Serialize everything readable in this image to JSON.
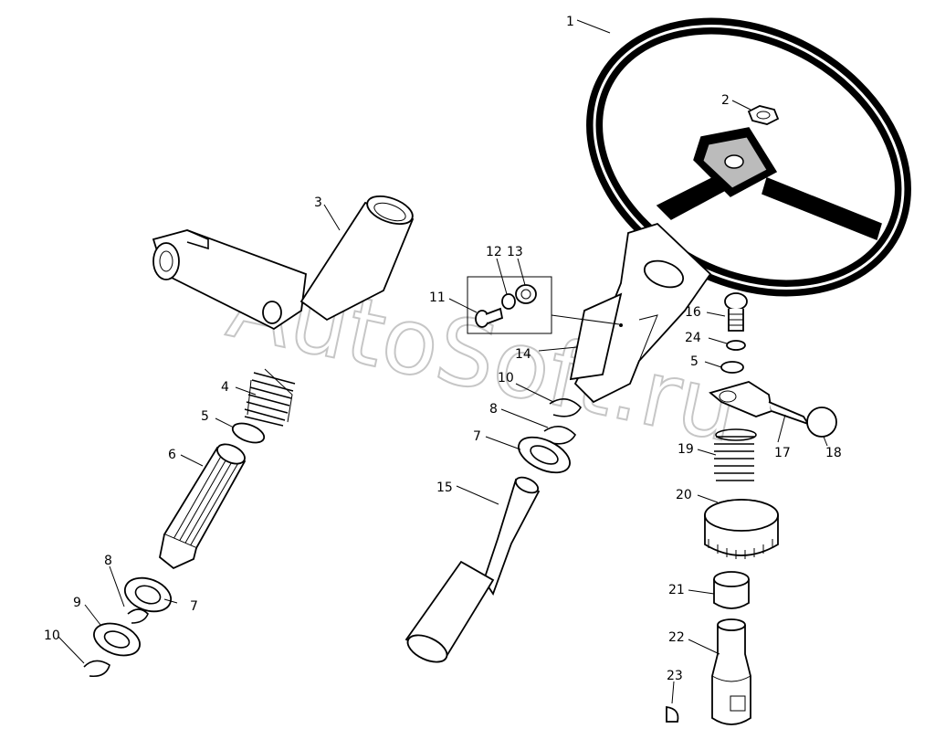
{
  "watermark": "AutoSoft.ru",
  "labels": {
    "l1": "1",
    "l2": "2",
    "l3": "3",
    "l4": "4",
    "l5a": "5",
    "l5b": "5",
    "l6": "6",
    "l7a": "7",
    "l7b": "7",
    "l8a": "8",
    "l8b": "8",
    "l9": "9",
    "l10a": "10",
    "l10b": "10",
    "l11": "11",
    "l12": "12",
    "l13": "13",
    "l14": "14",
    "l15": "15",
    "l16": "16",
    "l17": "17",
    "l18": "18",
    "l19": "19",
    "l20": "20",
    "l21": "21",
    "l22": "22",
    "l23": "23",
    "l24": "24"
  }
}
